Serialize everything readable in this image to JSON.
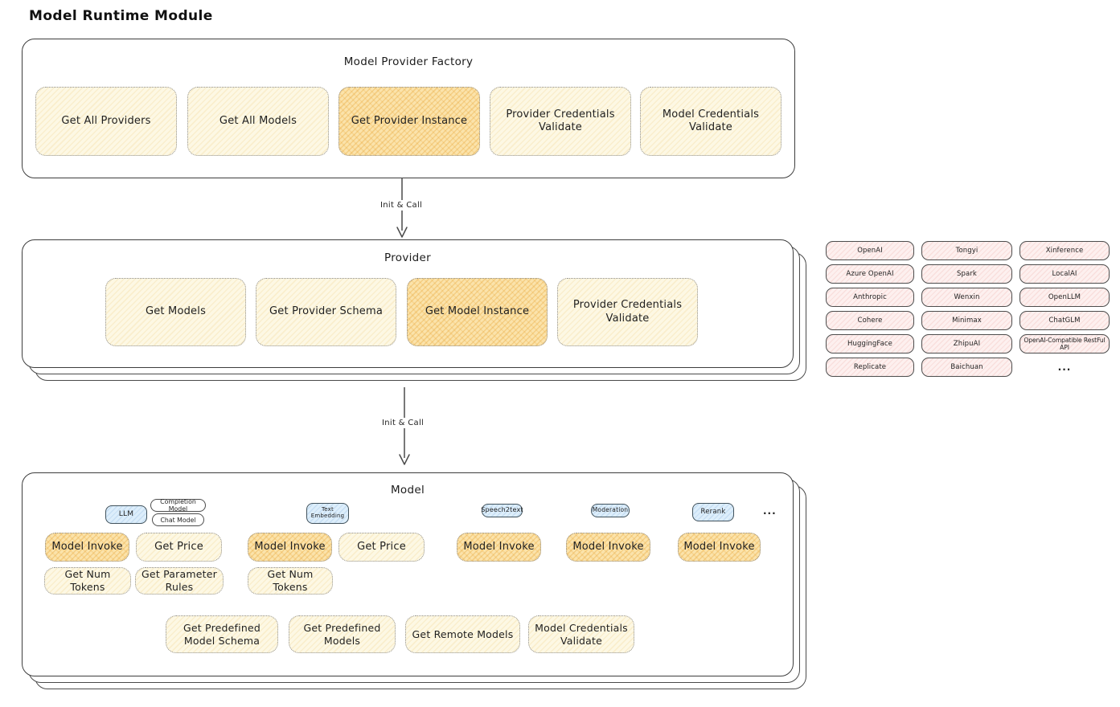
{
  "title": "Model Runtime Module",
  "factory": {
    "title": "Model Provider Factory",
    "buttons": [
      {
        "label": "Get All Providers"
      },
      {
        "label": "Get All Models"
      },
      {
        "label": "Get Provider Instance"
      },
      {
        "label": "Provider Credentials Validate"
      },
      {
        "label": "Model Credentials Validate"
      }
    ]
  },
  "arrow1": {
    "label": "Init & Call"
  },
  "arrow2": {
    "label": "Init & Call"
  },
  "provider": {
    "title": "Provider",
    "buttons": [
      {
        "label": "Get Models"
      },
      {
        "label": "Get Provider Schema"
      },
      {
        "label": "Get Model Instance"
      },
      {
        "label": "Provider Credentials Validate"
      }
    ]
  },
  "providers_grid": {
    "cells": [
      "OpenAI",
      "Tongyi",
      "Xinference",
      "Azure OpenAI",
      "Spark",
      "LocalAI",
      "Anthropic",
      "Wenxin",
      "OpenLLM",
      "Cohere",
      "Minimax",
      "ChatGLM",
      "HuggingFace",
      "ZhipuAI",
      "OpenAI-Compatible RestFul API",
      "Replicate",
      "Baichuan",
      "..."
    ]
  },
  "model": {
    "title": "Model",
    "tabs": {
      "llm": "LLM",
      "completion_model": "Completion Model",
      "chat_model": "Chat Model",
      "text_embedding": "Text Embedding",
      "speech2text": "Speech2text",
      "moderation": "Moderation",
      "rerank": "Rerank",
      "more": "..."
    },
    "llm_ops": {
      "invoke": "Model Invoke",
      "get_price": "Get Price",
      "get_num_tokens": "Get Num Tokens",
      "get_parameter_rules": "Get Parameter Rules"
    },
    "embedding_ops": {
      "invoke": "Model Invoke",
      "get_price": "Get Price",
      "get_num_tokens": "Get Num Tokens"
    },
    "speech2text_ops": {
      "invoke": "Model Invoke"
    },
    "moderation_ops": {
      "invoke": "Model Invoke"
    },
    "rerank_ops": {
      "invoke": "Model Invoke"
    },
    "common_ops": [
      {
        "label": "Get Predefined Model Schema"
      },
      {
        "label": "Get Predefined Models"
      },
      {
        "label": "Get Remote Models"
      },
      {
        "label": "Model Credentials Validate"
      }
    ]
  },
  "colors": {
    "cream": "#fdf8e4",
    "orange": "#fbe3ab",
    "pink": "#fdf0ef",
    "blue": "#ddeefb",
    "frame_border": "#3d3d3d",
    "text": "#1f1f1f"
  }
}
